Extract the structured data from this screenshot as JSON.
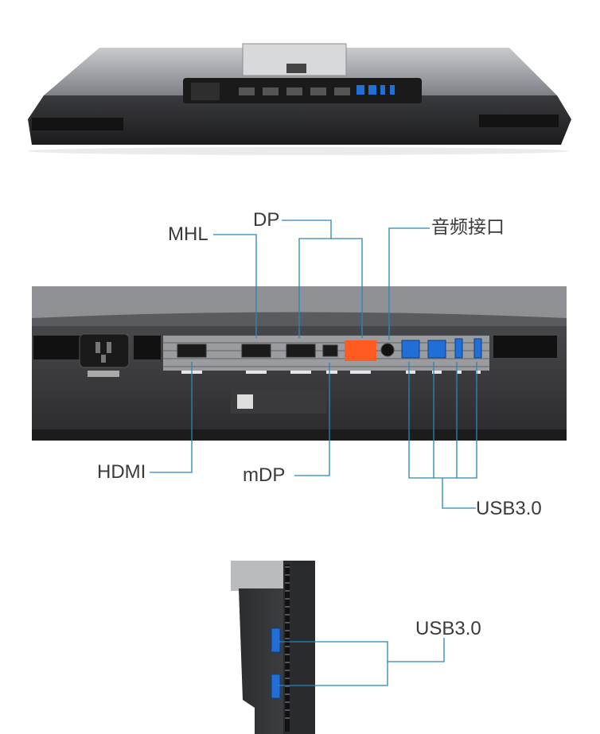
{
  "figure": {
    "top_view": {
      "description_hidden": true
    },
    "port_labels": {
      "mhl": "MHL",
      "dp": "DP",
      "audio": "音频接口",
      "hdmi": "HDMI",
      "mdp": "mDP",
      "usb_rear": "USB3.0"
    },
    "side_labels": {
      "usb_side": "USB3.0"
    },
    "colors": {
      "callout_line": "#2a86b8",
      "label_text": "#3a3a3a",
      "usb_blue": "#1f6fd6",
      "dp_out_orange": "#ff5a1f",
      "bezel_dark": "#2b2b2d",
      "panel_silver": "#9a9ca0"
    }
  }
}
